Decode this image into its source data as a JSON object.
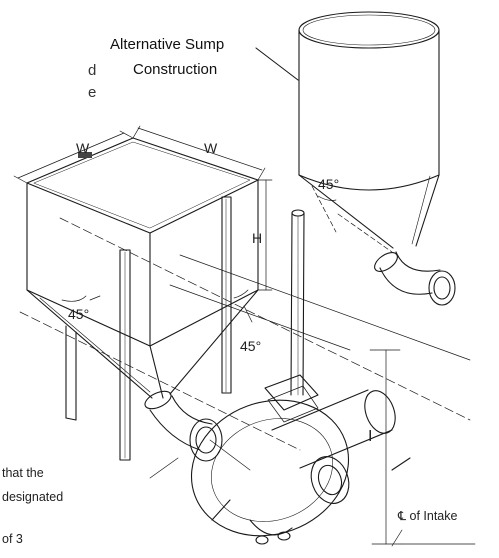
{
  "fragments": {
    "top_right_1": "d",
    "top_right_2": "e"
  },
  "caption": {
    "line1": "Alternative Sump",
    "line2": "Construction"
  },
  "dimensions": {
    "w_left": "W",
    "w_right": "W",
    "h": "H",
    "i": "I",
    "angle_cylinder": "45°",
    "angle_hopper": "45°",
    "angle_edge": "45°"
  },
  "centerline_label": "℄ of Intake",
  "cutoff_note": {
    "line1": "that the",
    "line2": "designated",
    "line3": "of 3"
  }
}
